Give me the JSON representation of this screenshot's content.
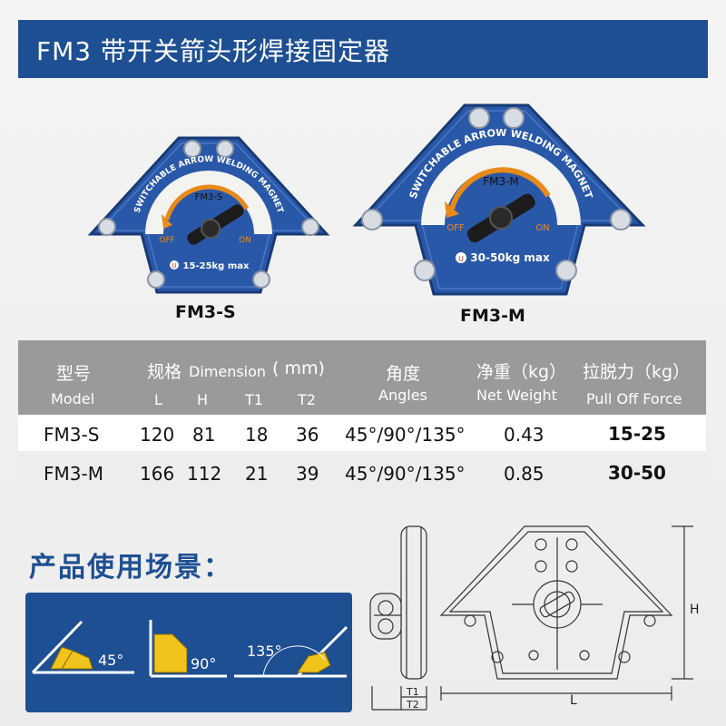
{
  "title": "FM3 带开关箭头形焊接固定器",
  "products": [
    {
      "caption": "FM3-S",
      "model_label": "FM3-S",
      "load": "15-25kg max",
      "ring_text": "SWITCHABLE ARROW WELDING MAGNET",
      "off": "OFF",
      "on": "ON"
    },
    {
      "caption": "FM3-M",
      "model_label": "FM3-M",
      "load": "30-50kg max",
      "ring_text": "SWITCHABLE ARROW WELDING MAGNET",
      "off": "OFF",
      "on": "ON"
    }
  ],
  "spec_table": {
    "headers": {
      "model_cn": "型号",
      "model_en": "Model",
      "dim_cn": "规格",
      "dim_en": "Dimension",
      "dim_unit": "( mm)",
      "L": "L",
      "H": "H",
      "T1": "T1",
      "T2": "T2",
      "angle_cn": "角度",
      "angle_en": "Angles",
      "weight_cn": "净重（kg）",
      "weight_en": "Net Weight",
      "pull_cn": "拉脱力（kg）",
      "pull_en": "Pull Off Force"
    },
    "rows": [
      {
        "model": "FM3-S",
        "L": "120",
        "H": "81",
        "T1": "18",
        "T2": "36",
        "angles": "45°/90°/135°",
        "weight": "0.43",
        "pull": "15-25"
      },
      {
        "model": "FM3-M",
        "L": "166",
        "H": "112",
        "T1": "21",
        "T2": "39",
        "angles": "45°/90°/135°",
        "weight": "0.85",
        "pull": "30-50"
      }
    ]
  },
  "usage": {
    "title": "产品使用场景：",
    "angles": [
      "45°",
      "90°",
      "135°"
    ]
  },
  "drawing": {
    "H": "H",
    "L": "L",
    "T1": "T1",
    "T2": "T2"
  },
  "colors": {
    "brand_blue": "#1e4f93",
    "magnet_blue": "#2a58a8",
    "accent_orange": "#e88a1a",
    "usage_yellow": "#f0c41a"
  }
}
